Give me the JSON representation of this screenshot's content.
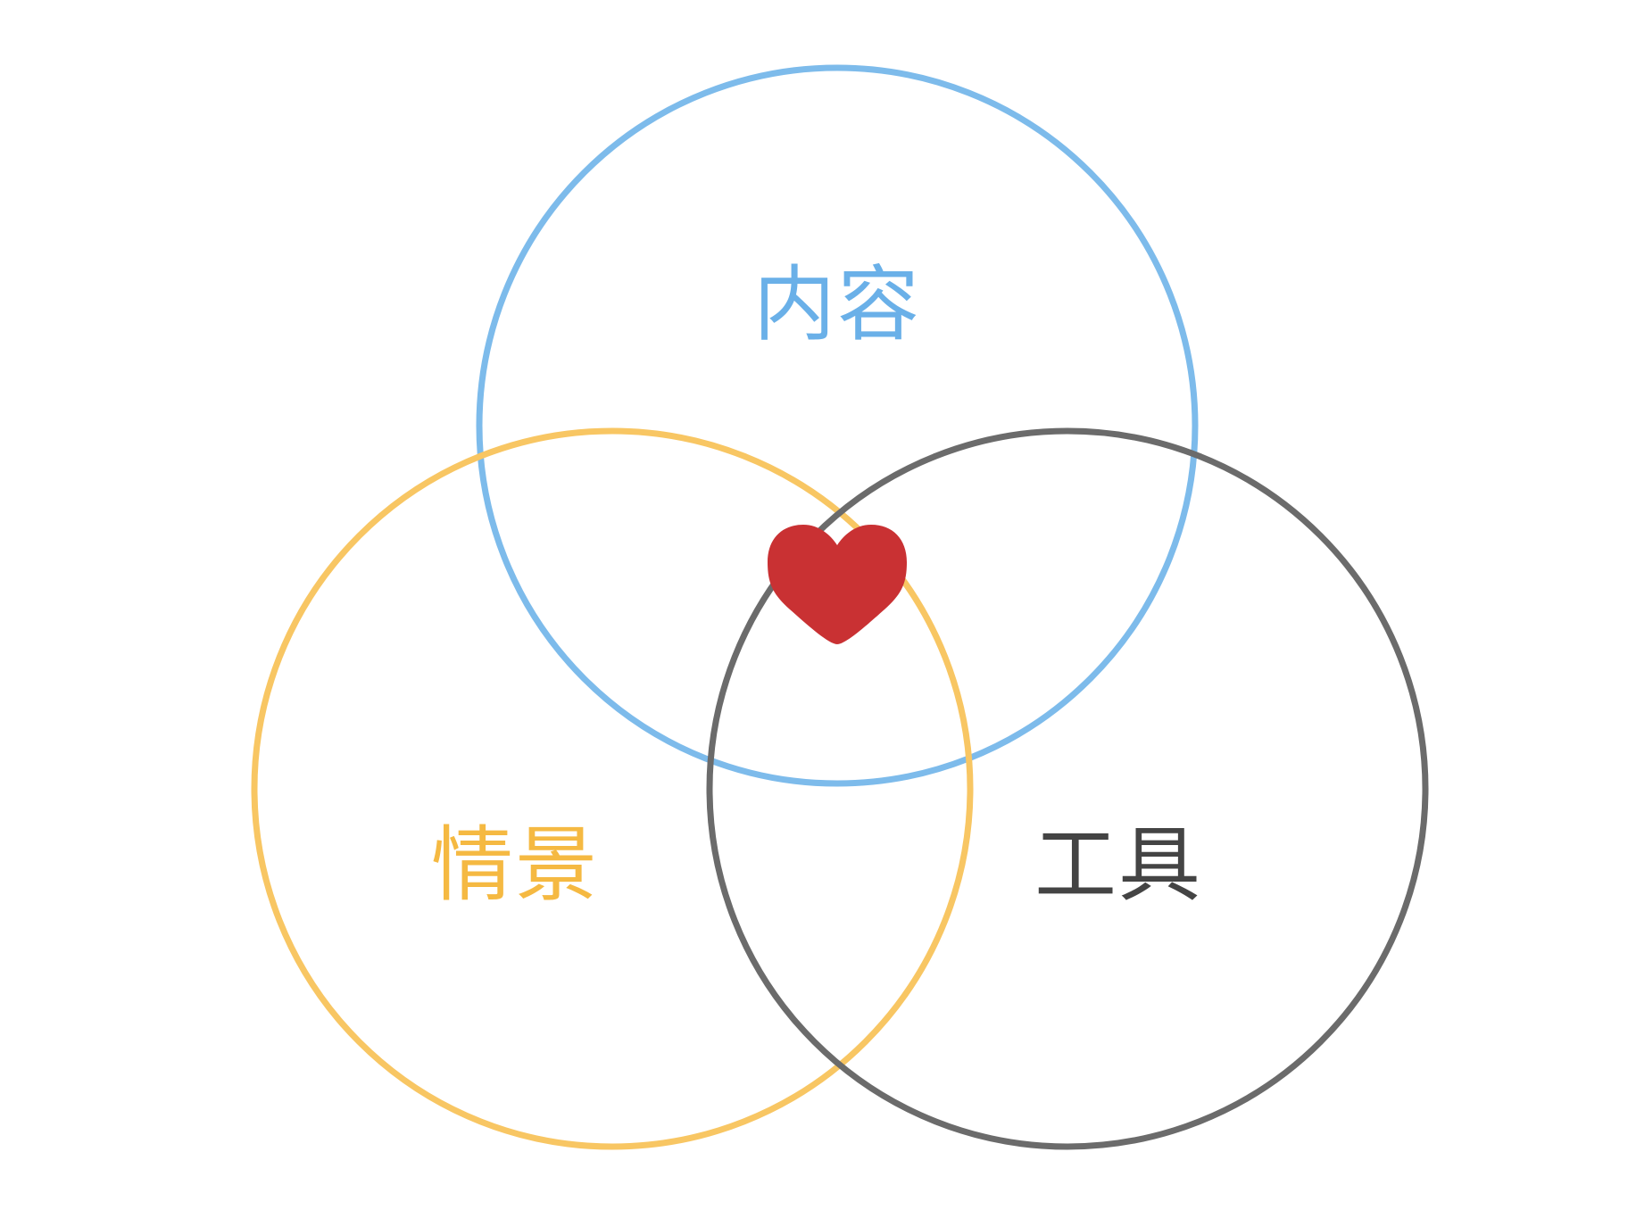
{
  "diagram": {
    "sets": [
      {
        "id": "content",
        "label": "内容",
        "color": "#7DBBEB"
      },
      {
        "id": "context",
        "label": "情景",
        "color": "#F8C663"
      },
      {
        "id": "tool",
        "label": "工具",
        "color": "#6B6B6B"
      }
    ],
    "center_icon": {
      "name": "heart-icon",
      "color": "#C93133"
    },
    "label_colors": {
      "content": "#6AB0E8",
      "context": "#F5B942",
      "tool": "#444444"
    }
  }
}
